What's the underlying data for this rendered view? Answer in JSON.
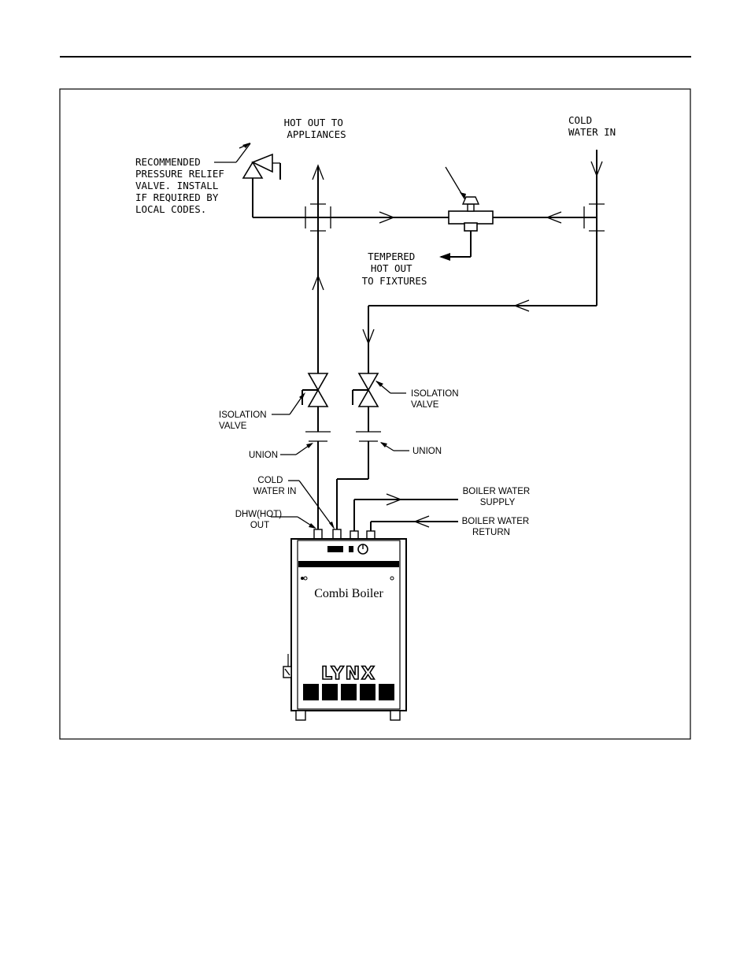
{
  "labels": {
    "hot_out": [
      "HOT OUT TO",
      "APPLIANCES"
    ],
    "cold_water_in_top": [
      "COLD",
      "WATER IN"
    ],
    "relief_valve": [
      "RECOMMENDED",
      "PRESSURE RELIEF",
      "VALVE. INSTALL",
      "IF REQUIRED BY",
      "LOCAL CODES."
    ],
    "tempered": [
      "TEMPERED",
      "HOT OUT",
      "TO FIXTURES"
    ],
    "isolation_left": [
      "ISOLATION",
      "VALVE"
    ],
    "isolation_right": [
      "ISOLATION",
      "VALVE"
    ],
    "union_left": "UNION",
    "union_right": "UNION",
    "cold_water_in_boiler": [
      "COLD",
      "WATER IN"
    ],
    "dhw_out": [
      "DHW(HOT)",
      "OUT"
    ],
    "boiler_supply": [
      "BOILER WATER",
      "SUPPLY"
    ],
    "boiler_return": [
      "BOILER WATER",
      "RETURN"
    ]
  },
  "boiler": {
    "model_name": "Combi Boiler",
    "brand": "LYNX"
  }
}
